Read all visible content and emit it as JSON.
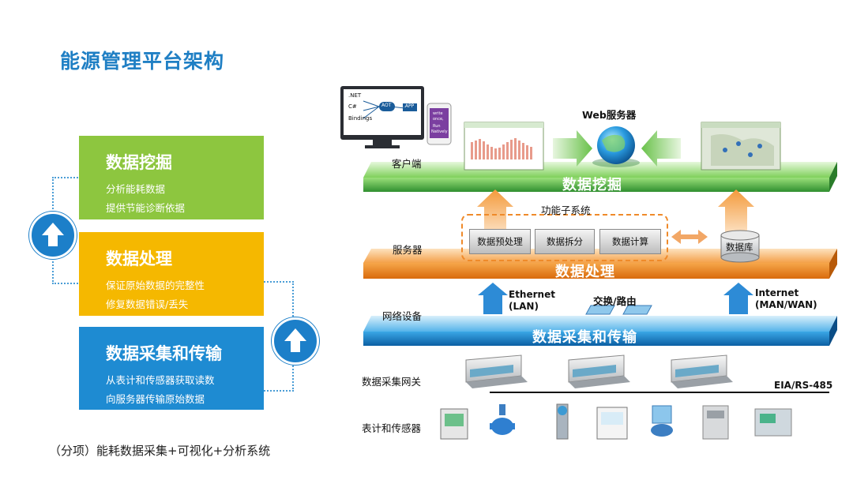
{
  "page_title": "能源管理平台架构",
  "caption": "（分项）能耗数据采集+可视化+分析系统",
  "left_stack": {
    "mining": {
      "title": "数据挖掘",
      "line1": "分析能耗数据",
      "line2": "提供节能诊断依据",
      "color": "#8dc63f"
    },
    "processing": {
      "title": "数据处理",
      "line1": "保证原始数据的完整性",
      "line2": "修复数据错误/丢失",
      "color": "#f5b800"
    },
    "collection": {
      "title": "数据采集和传输",
      "line1": "从表计和传感器获取读数",
      "line2": "向服务器传输原始数据",
      "color": "#1e8bd2"
    }
  },
  "diagram": {
    "monitor_labels": {
      "net": ".NET",
      "csharp": "C#",
      "bindings": "Bindings",
      "aot": "AOT",
      "app": ".APP"
    },
    "phone_labels": {
      "line1": "write",
      "line2": "once,",
      "line3": "Run",
      "line4": "Natively"
    },
    "web_server": "Web服务器",
    "client": "客户端",
    "layer_mining": "数据挖掘",
    "subsystem": "功能子系统",
    "server": "服务器",
    "modules": [
      "数据预处理",
      "数据拆分",
      "数据计算"
    ],
    "database": "数据库",
    "layer_processing": "数据处理",
    "ethernet_line1": "Ethernet",
    "ethernet_line2": "(LAN)",
    "switch_label": "交换/路由",
    "internet_line1": "Internet",
    "internet_line2": "(MAN/WAN)",
    "network_device": "网络设备",
    "layer_collection": "数据采集和传输",
    "gateway": "数据采集网关",
    "bus": "EIA/RS-485",
    "meters": "表计和传感器"
  },
  "icons": [
    "arrow-up-icon",
    "monitor-icon",
    "phone-icon",
    "globe-icon",
    "database-icon",
    "switch-icon",
    "gateway-icon",
    "meter-icon"
  ]
}
